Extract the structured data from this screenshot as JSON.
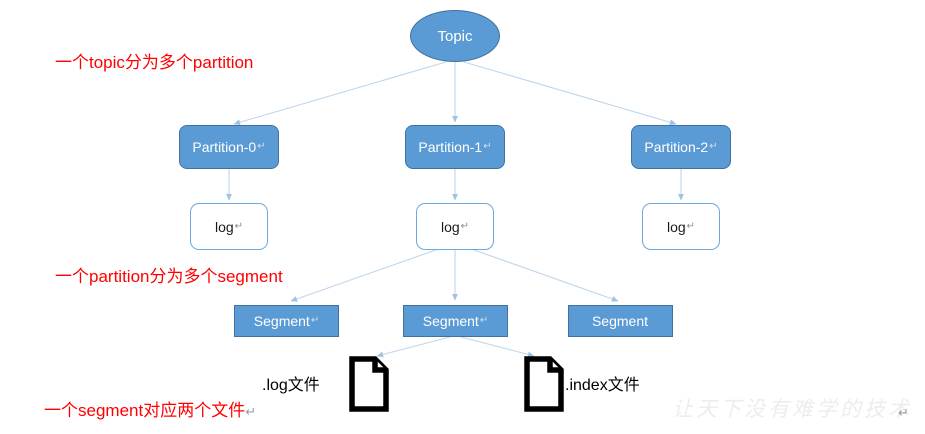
{
  "diagram": {
    "title_node": {
      "label": "Topic",
      "tail": ""
    },
    "partitions": [
      {
        "label": "Partition-0",
        "tail": "↵"
      },
      {
        "label": "Partition-1",
        "tail": "↵"
      },
      {
        "label": "Partition-2",
        "tail": "↵"
      }
    ],
    "logs": [
      {
        "label": "log",
        "tail": "↵"
      },
      {
        "label": "log",
        "tail": "↵"
      },
      {
        "label": "log",
        "tail": "↵"
      }
    ],
    "segments": [
      {
        "label": "Segment",
        "tail": "↵"
      },
      {
        "label": "Segment",
        "tail": "↵"
      },
      {
        "label": "Segment",
        "tail": ""
      }
    ],
    "files": [
      {
        "label": ".log文件"
      },
      {
        "label": ".index文件"
      }
    ],
    "notes": [
      {
        "text": "一个topic分为多个partition",
        "ret": ""
      },
      {
        "text": "一个partition分为多个segment",
        "ret": ""
      },
      {
        "text": "一个segment对应两个文件",
        "ret": "↵"
      }
    ],
    "watermark": "让天下没有难学的技术",
    "corner_mark": "↵"
  },
  "colors": {
    "node_fill": "#5B9BD5",
    "node_stroke": "#41719C",
    "edge": "#BDD7EE",
    "note_red": "#FF0000",
    "log_border": "#6FA8DC",
    "watermark": "#EDEDED"
  }
}
